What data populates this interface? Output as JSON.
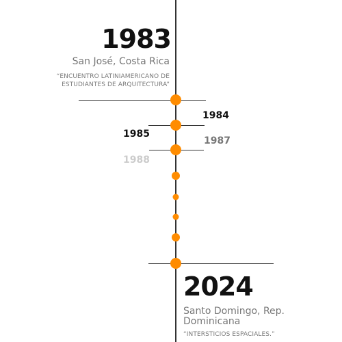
{
  "accent_color": "#ff8c00",
  "line_color": "#333333",
  "timeline": {
    "start": {
      "year": "1983",
      "place": "San José, Costa Rica",
      "event_line1": "“ENCUENTRO LATINIAMERICANO DE",
      "event_line2": "ESTUDIANTES DE ARQUITECTURA”"
    },
    "intermediate_years": [
      {
        "year": "1984",
        "color": "#111111"
      },
      {
        "year": "1985",
        "color": "#111111"
      },
      {
        "year": "1987",
        "color": "#777777"
      },
      {
        "year": "1988",
        "color": "#cccccc"
      }
    ],
    "end": {
      "year": "2024",
      "place_line1": "Santo Domingo, Rep.",
      "place_line2": "Dominicana",
      "event": "“INTERSTICIOS ESPACIALES.”"
    }
  }
}
